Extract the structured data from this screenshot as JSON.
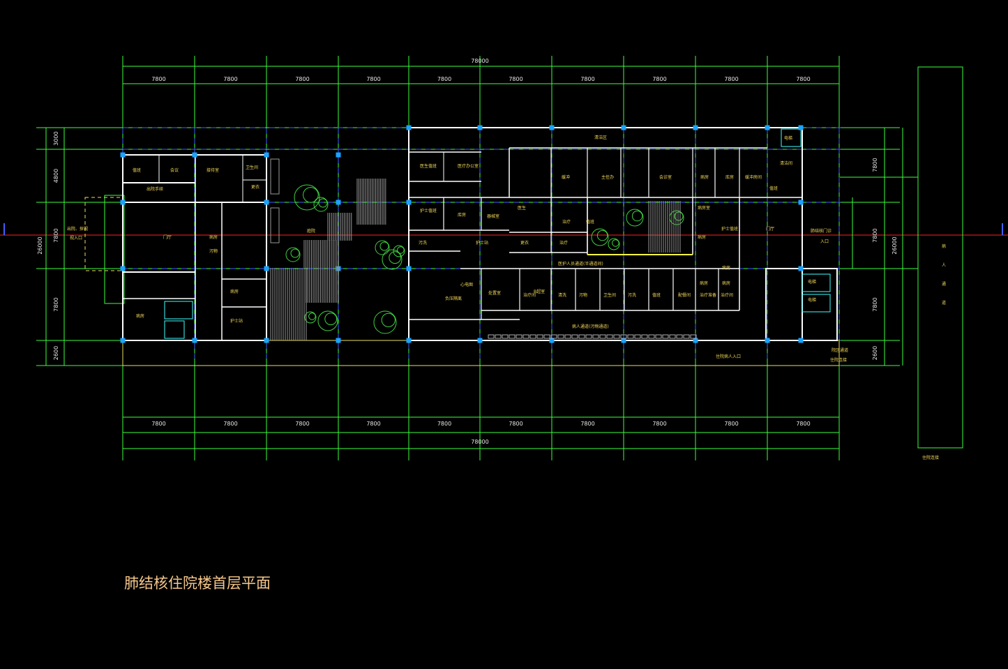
{
  "drawing": {
    "title": "肺结核住院楼首层平面",
    "colors": {
      "background": "#000000",
      "grid_green": "#3cff3c",
      "wall_white": "#ffffff",
      "axis_blue": "#4060ff",
      "column_cyan": "#1aa3ff",
      "axis_red": "#ff2020",
      "text_yellow": "#f2d85a",
      "title_orange": "#f5c78a",
      "tree_green": "#40d040",
      "furniture_cyan": "#40ffff"
    },
    "dimensions": {
      "top_total": "78000",
      "bottom_total": "78000",
      "top_bays": [
        "7800",
        "7800",
        "7800",
        "7800",
        "7800",
        "7800",
        "7800",
        "7800",
        "7800",
        "7800"
      ],
      "bottom_bays": [
        "7800",
        "7800",
        "7800",
        "7800",
        "7800",
        "7800",
        "7800",
        "7800",
        "7800",
        "7800"
      ],
      "left_bays": [
        "3000",
        "4800",
        "7800",
        "7800",
        "2600"
      ],
      "left_total": "26000",
      "right_bays": [
        "7800",
        "7800",
        "7800",
        "2600"
      ],
      "right_total": "26000"
    },
    "labels": {
      "left_entrance": "出院、探视\n视入口",
      "lobby": "门厅",
      "courtyard": "庭院",
      "right_lobby": "门厅",
      "right_entrance": "肺结核门诊\n入口",
      "corridor": "医护人员通道(半通道间)",
      "south_corridor": "病人通道(污物通道)",
      "bottom_entrance": "住院病人入口",
      "bottom_link": "院区通道\n住院连接",
      "right_column": [
        "病",
        "人",
        "通",
        "道"
      ],
      "right_link": "住院连接",
      "north_top": "清洁区",
      "rooms": [
        "值班",
        "会议",
        "接待室",
        "卫生间",
        "更衣",
        "出院手续",
        "医生\n值班",
        "医疗\n办公室",
        "护士\n值班",
        "库房",
        "器械室",
        "污洗",
        "护士站",
        "处置室",
        "更衣",
        "治疗",
        "主任办",
        "会诊室",
        "病房",
        "库房",
        "缓冲房间",
        "值班",
        "缓冲",
        "病房室",
        "护士\n值班",
        "医生",
        "治疗",
        "值班",
        "清洁间",
        "病房",
        "病房",
        "治疗间",
        "清洗",
        "污物",
        "卫生间",
        "污洗",
        "值班",
        "配餐间",
        "治疗准备",
        "治疗间",
        "病房",
        "病房",
        "负压隔离",
        "心电图",
        "B超室",
        "病房",
        "病房",
        "护士站",
        "病房",
        "污物",
        "电梯",
        "电梯",
        "电梯"
      ]
    }
  }
}
